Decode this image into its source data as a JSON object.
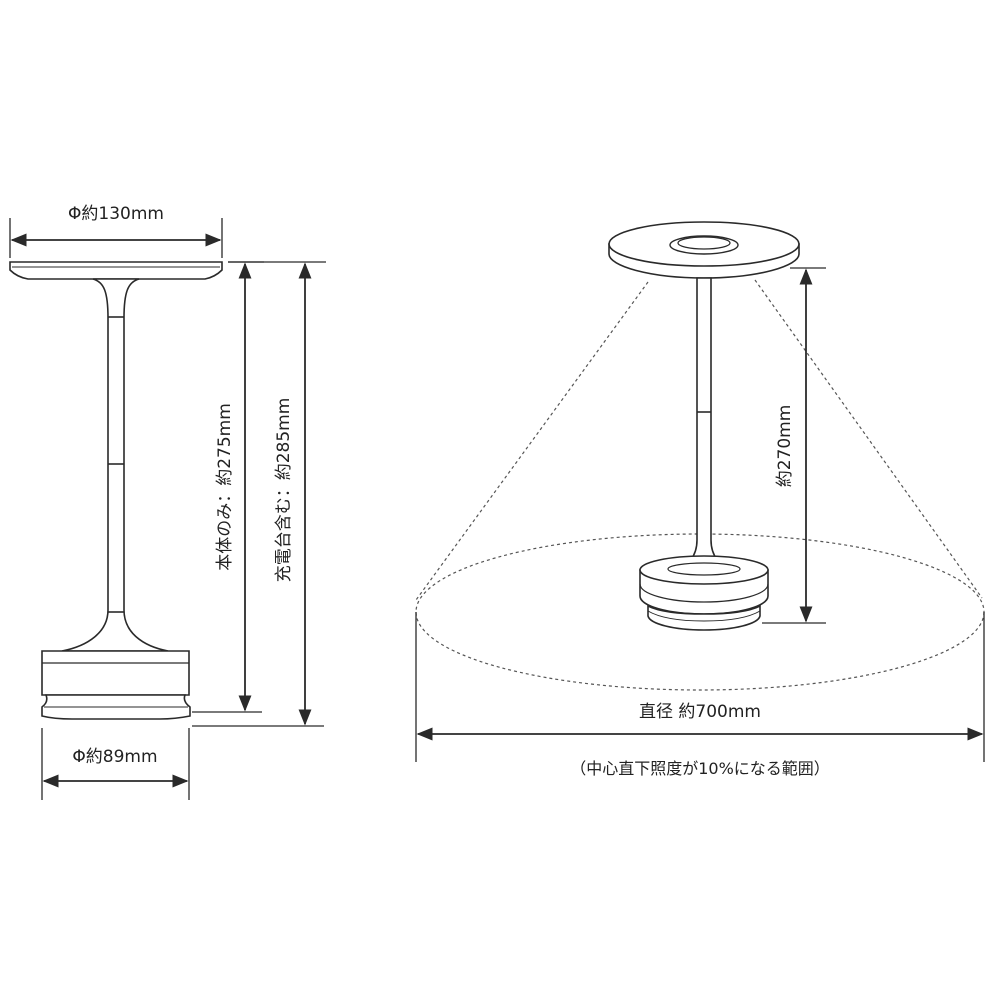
{
  "labels": {
    "top_diameter": "Φ約130mm",
    "base_diameter": "Φ約89mm",
    "body_height": "本体のみ：約275mm",
    "charger_height": "充電台含む：約285mm",
    "light_height": "約270mm",
    "light_diameter": "直径 約700mm",
    "light_note": "（中心直下照度が10%になる範囲）"
  },
  "colors": {
    "line": "#2a2a2a",
    "text": "#222222",
    "dashed": "#555555"
  }
}
